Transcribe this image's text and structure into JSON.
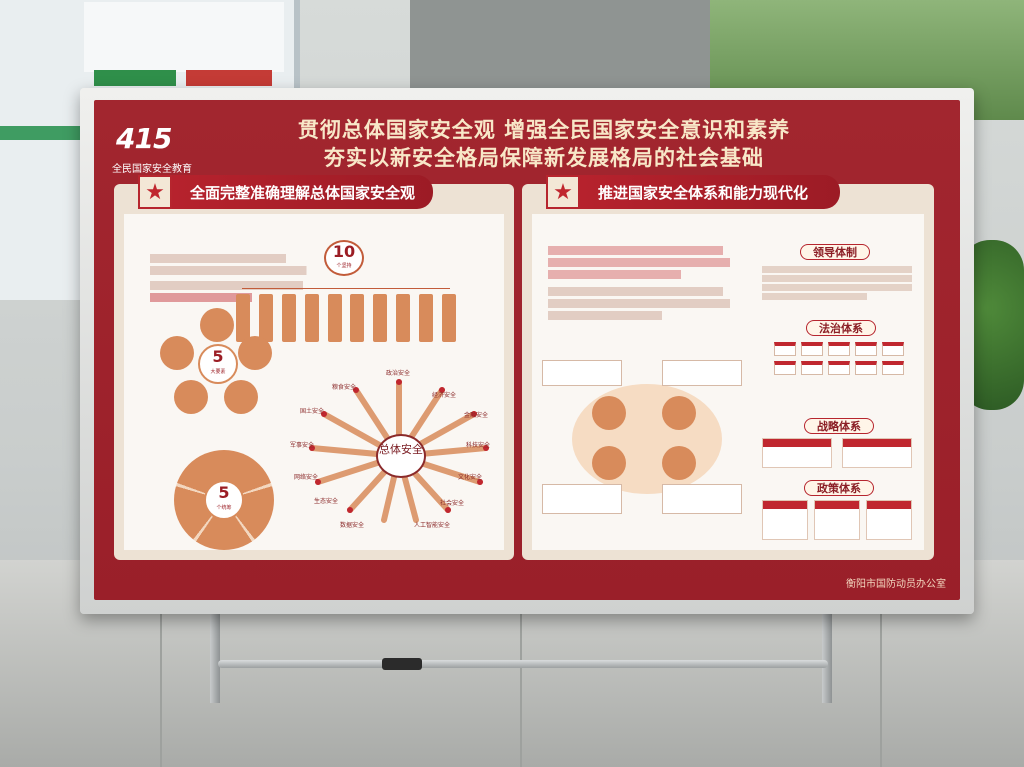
{
  "board": {
    "logo_number": "415",
    "logo_text": "全民国家安全教育",
    "title_line1": "贯彻总体国家安全观 增强全民国家安全意识和素养",
    "title_line2": "夯实以新安全格局保障新发展格局的社会基础",
    "organization": "衡阳市国防动员办公室"
  },
  "left_panel": {
    "heading": "全面完整准确理解总体国家安全观",
    "ten_label": "10",
    "ten_sub": "个坚持",
    "five_label": "5",
    "five_sub": "大要素",
    "five2_label": "5",
    "five2_sub": "个统筹",
    "center_label": "总体安全",
    "ray_labels": [
      "政治安全",
      "粮食安全",
      "经济安全",
      "国土安全",
      "金融安全",
      "军事安全",
      "科技安全",
      "网络安全",
      "文化安全",
      "生态安全",
      "社会安全",
      "数据安全",
      "人工智能安全"
    ]
  },
  "right_panel": {
    "heading": "推进国家安全体系和能力现代化",
    "sections": [
      "领导体制",
      "法治体系",
      "战略体系",
      "政策体系"
    ]
  },
  "colors": {
    "board_red": "#9a1f29",
    "panel_bg": "#ede2d4",
    "accent_orange": "#d88b5b",
    "title_gold": "#f8e7c8"
  }
}
